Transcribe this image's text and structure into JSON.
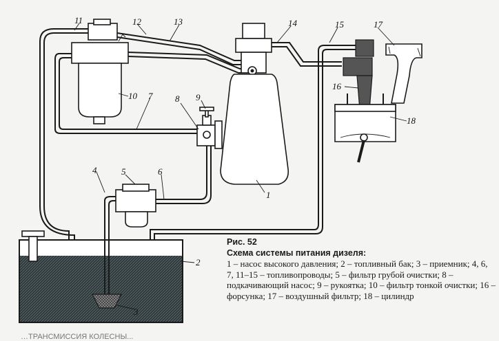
{
  "caption": {
    "figure": "Рис. 52",
    "title": "Схема системы питания дизеля:",
    "legend": "1 – насос высокого давления; 2 – топливный бак; 3 – приемник; 4, 6, 7, 11–15 – топливопроводы; 5 – фильтр грубой очистки; 8 – подкачивающий насос; 9 – рукоятка; 10 – фильтр тонкой очистки; 16 – форсунка; 17 – воздушный фильтр; 18 – цилиндр"
  },
  "labels": {
    "l1": "1",
    "l2": "2",
    "l3": "3",
    "l4": "4",
    "l5": "5",
    "l6": "6",
    "l7": "7",
    "l8": "8",
    "l9": "9",
    "l10": "10",
    "l11": "11",
    "l12": "12",
    "l13": "13",
    "l14": "14",
    "l15": "15",
    "l16": "16",
    "l17": "17",
    "l18": "18"
  },
  "footer": "…ТРАНСМИССИЯ КОЛЕСНЫ..."
}
